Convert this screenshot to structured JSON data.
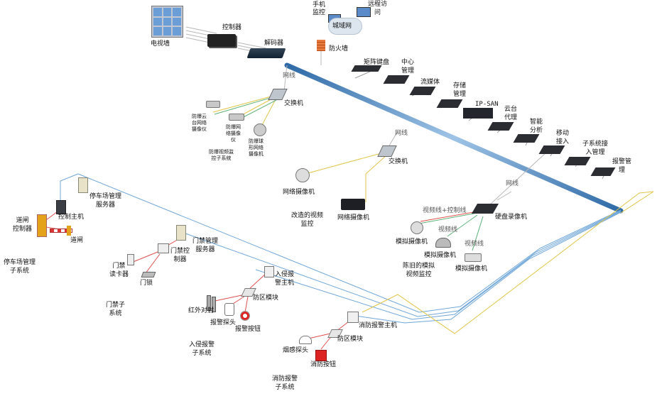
{
  "labels": {
    "tv_wall": "电视墙",
    "controller": "控制器",
    "decoder": "解码器",
    "mobile_monitor": "手机\n监控",
    "remote_access": "远程访\n问",
    "metro_net": "城域网",
    "firewall": "防火墙",
    "net_line_1": "网线",
    "switch_1": "交换机",
    "explosion_ptz": "防爆云\n台网络\n摄像仪",
    "explosion_cam": "防爆网\n络摄像\n仪",
    "explosion_dome": "防爆球\n形网络\n摄像机",
    "explosion_system": "防爆视频监\n控子系统",
    "matrix_keyboard": "矩阵键盘",
    "center_mgmt": "中心\n管理",
    "streaming": "流媒体",
    "storage_mgmt": "存储\n管理",
    "ipsan": "IP-SAN",
    "ptz_proxy": "云台\n代理",
    "smart_analysis": "智能\n分析",
    "mobile_access": "移动\n接入",
    "subsystem_mgmt": "子系统接\n入管理",
    "alarm_mgmt": "报警管\n理",
    "net_line_2": "网线",
    "switch_2": "交换机",
    "net_camera_1": "网络摄像机",
    "net_camera_2": "网络摄像机",
    "retrofit_video": "改造的视频\n监控",
    "net_line_3": "网线",
    "video_control_line": "视频线+控制线",
    "dvr": "硬盘录像机",
    "video_line_1": "视频线",
    "video_line_2": "视频线",
    "analog_cam_1": "模拟摄像机",
    "analog_cam_2": "模拟摄像机",
    "analog_cam_3": "模拟摄像机",
    "legacy_analog": "陈旧的模拟\n视频监控",
    "parking_server": "停车场管理\n服务器",
    "control_host": "控制主机",
    "barrier_controller": "道闸\n控制器",
    "barrier": "道闸",
    "parking_subsystem": "停车场管理\n子系统",
    "access_server": "门禁管理\n服务器",
    "access_controller": "门禁控\n制器",
    "access_reader": "门禁\n读卡器",
    "door_lock": "门锁",
    "access_subsystem": "门禁子\n系统",
    "intrusion_host": "入侵报\n警主机",
    "defense_module_1": "防区模块",
    "ir_beam": "红外对射",
    "alarm_detector": "报警探头",
    "alarm_button": "报警按钮",
    "intrusion_subsystem": "入侵报警\n子系统",
    "fire_host": "消防报警主机",
    "defense_module_2": "防区模块",
    "smoke_detector": "烟感探头",
    "fire_button": "消防按钮",
    "fire_subsystem": "消防报警\n子系统"
  },
  "colors": {
    "backbone": "#4a7fb0",
    "blue_line": "#6fa6d8",
    "yellow_line": "#e0c64a",
    "red_line": "#e05050",
    "green_line": "#5fb27a",
    "gray_line": "#b8b8b8",
    "device_dark": "#2b2d33",
    "device_blue": "#2a5aa8"
  }
}
